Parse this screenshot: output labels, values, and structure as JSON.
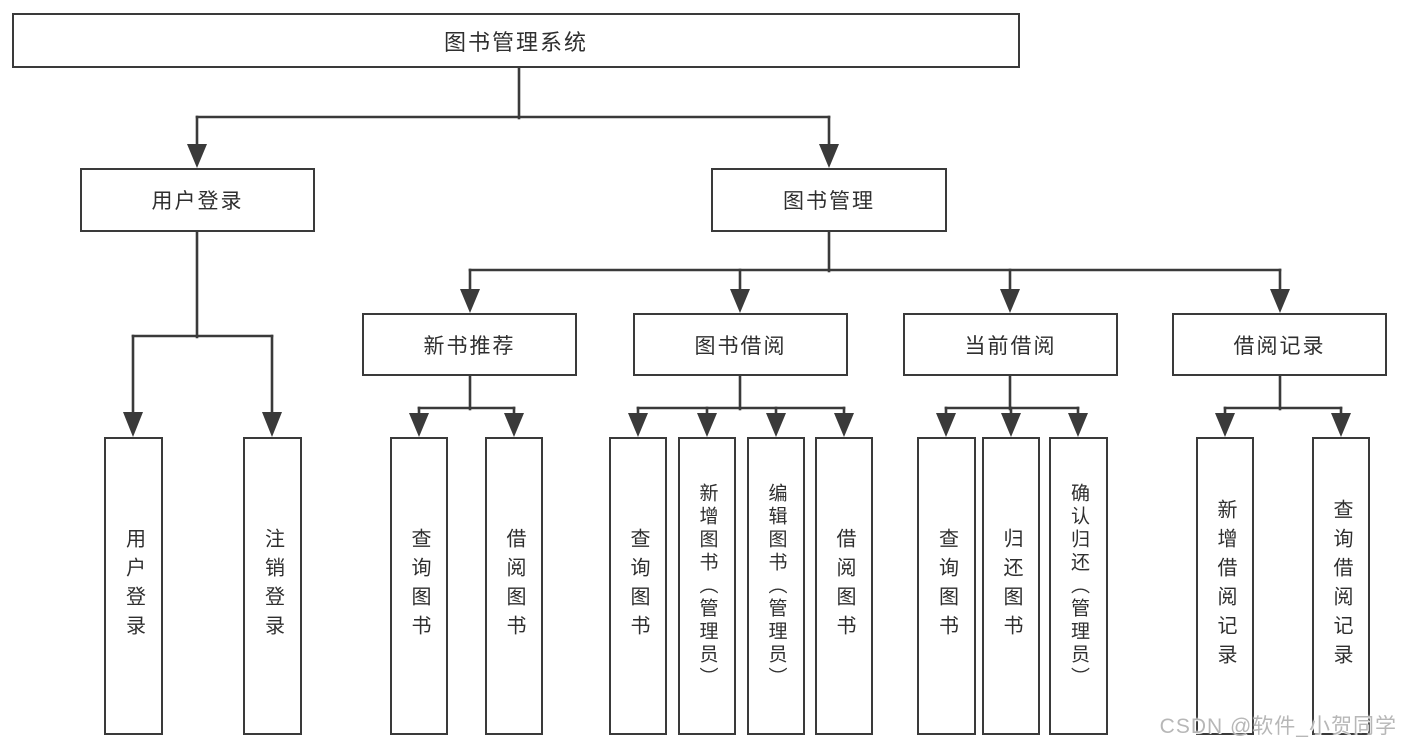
{
  "colors": {
    "line": "#3a3a3a",
    "box_border": "#3a3a3a",
    "text": "#2f2f2f",
    "watermark": "#b7b7b7",
    "background": "#ffffff"
  },
  "watermark": {
    "text": "CSDN @软件_小贺同学"
  },
  "tree": {
    "root": {
      "label": "图书管理系统",
      "children": [
        {
          "label": "用户登录",
          "children": [
            {
              "label": "用户登录"
            },
            {
              "label": "注销登录"
            }
          ]
        },
        {
          "label": "图书管理",
          "children": [
            {
              "label": "新书推荐",
              "children": [
                {
                  "label": "查询图书"
                },
                {
                  "label": "借阅图书"
                }
              ]
            },
            {
              "label": "图书借阅",
              "children": [
                {
                  "label": "查询图书"
                },
                {
                  "label": "新增图书（管理员）"
                },
                {
                  "label": "编辑图书（管理员）"
                },
                {
                  "label": "借阅图书"
                }
              ]
            },
            {
              "label": "当前借阅",
              "children": [
                {
                  "label": "查询图书"
                },
                {
                  "label": "归还图书"
                },
                {
                  "label": "确认归还（管理员）"
                }
              ]
            },
            {
              "label": "借阅记录",
              "children": [
                {
                  "label": "新增借阅记录"
                },
                {
                  "label": "查询借阅记录"
                }
              ]
            }
          ]
        }
      ]
    }
  }
}
